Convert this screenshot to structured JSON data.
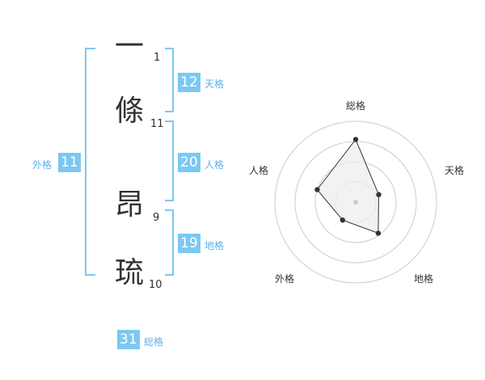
{
  "name": {
    "characters": [
      {
        "char": "一",
        "strokes": "1"
      },
      {
        "char": "條",
        "strokes": "11"
      },
      {
        "char": "昂",
        "strokes": "9"
      },
      {
        "char": "琉",
        "strokes": "10"
      }
    ]
  },
  "fortunes": {
    "tenkaku": {
      "value": "12",
      "label": "天格"
    },
    "jinkaku": {
      "value": "20",
      "label": "人格"
    },
    "chikaku": {
      "value": "19",
      "label": "地格"
    },
    "gaikaku": {
      "value": "11",
      "label": "外格"
    },
    "soukaku": {
      "value": "31",
      "label": "総格"
    }
  },
  "colors": {
    "accent": "#7cc8f3",
    "accent_text": "#5ab2e8",
    "bracket": "#7cc8f3",
    "text": "#333333",
    "radar_ring": "#cccccc",
    "radar_fill": "#eeeeee"
  },
  "chart_data": {
    "type": "radar",
    "axes": [
      "総格",
      "天格",
      "地格",
      "外格",
      "人格"
    ],
    "values": [
      31,
      12,
      19,
      11,
      20
    ],
    "rmax": 40,
    "rings": 4
  }
}
